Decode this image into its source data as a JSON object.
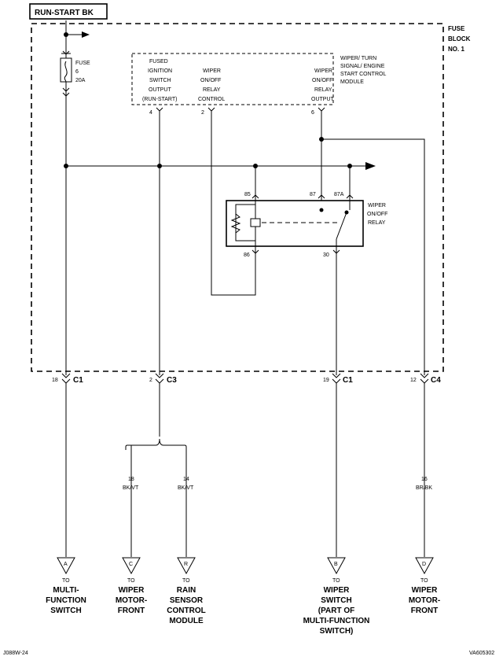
{
  "header": {
    "circuit_label": "RUN-START BK"
  },
  "fuse_block": {
    "title_line1": "FUSE",
    "title_line2": "BLOCK",
    "title_line3": "NO. 1"
  },
  "fuse": {
    "label": "FUSE",
    "number": "6",
    "rating": "20A"
  },
  "module": {
    "title_lines": [
      "WIPER/ TURN",
      "SIGNAL/ ENGINE",
      "START CONTROL",
      "MODULE"
    ],
    "output_fused": [
      "FUSED",
      "IGNITION",
      "SWITCH",
      "OUTPUT",
      "(RUN-START)"
    ],
    "output_relay_control": [
      "WIPER",
      "ON/OFF",
      "RELAY",
      "CONTROL"
    ],
    "output_relay_output": [
      "WIPER",
      "ON/OFF",
      "RELAY",
      "OUTPUT"
    ],
    "pins": [
      "4",
      "2",
      "6"
    ]
  },
  "relay": {
    "label_lines": [
      "WIPER",
      "ON/OFF",
      "RELAY"
    ],
    "pins": [
      "85",
      "87",
      "87A",
      "86",
      "30"
    ]
  },
  "connectors": [
    {
      "pin": "18",
      "name": "C1"
    },
    {
      "pin": "2",
      "name": "C3"
    },
    {
      "pin": "19",
      "name": "C1"
    },
    {
      "pin": "12",
      "name": "C4"
    }
  ],
  "wires": [
    {
      "gauge": "18",
      "color": "BK/VT"
    },
    {
      "gauge": "14",
      "color": "BK/VT"
    },
    {
      "gauge": "16",
      "color": "BR/BK"
    }
  ],
  "destinations": [
    {
      "letter": "A",
      "to": "TO",
      "lines": [
        "MULTI-",
        "FUNCTION",
        "SWITCH"
      ]
    },
    {
      "letter": "C",
      "to": "TO",
      "lines": [
        "WIPER",
        "MOTOR-",
        "FRONT"
      ]
    },
    {
      "letter": "R",
      "to": "TO",
      "lines": [
        "RAIN",
        "SENSOR",
        "CONTROL",
        "MODULE"
      ]
    },
    {
      "letter": "B",
      "to": "TO",
      "lines": [
        "WIPER",
        "SWITCH",
        "(PART OF",
        "MULTI-FUNCTION",
        "SWITCH)"
      ]
    },
    {
      "letter": "D",
      "to": "TO",
      "lines": [
        "WIPER",
        "MOTOR-",
        "FRONT"
      ]
    }
  ],
  "footer": {
    "left_code": "J088W-24",
    "right_code": "VA605302"
  }
}
